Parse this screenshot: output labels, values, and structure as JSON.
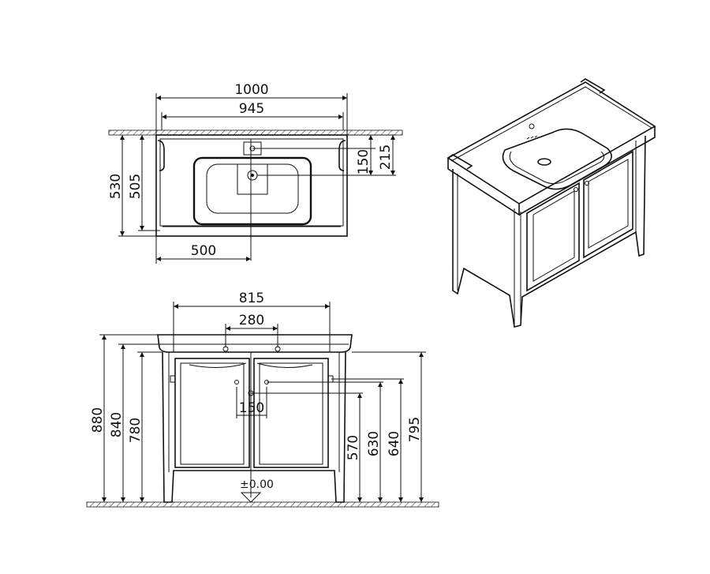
{
  "top_view": {
    "dim_overall_width": "1000",
    "dim_inner_width": "945",
    "dim_depth": "530",
    "dim_inner_depth": "505",
    "dim_tap_offset": "150",
    "dim_tap_depth": "215",
    "dim_center": "500"
  },
  "front_view": {
    "dim_leg_width": "815",
    "dim_tap_spacing": "280",
    "dim_waste_offset": "150",
    "dim_height_total": "880",
    "dim_height_top": "840",
    "dim_height_cabinet": "780",
    "dim_h570": "570",
    "dim_h630": "630",
    "dim_h640": "640",
    "dim_h795": "795",
    "floor_level": "±0.00"
  }
}
